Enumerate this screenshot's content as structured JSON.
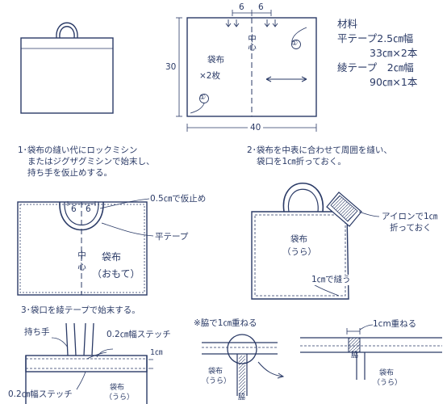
{
  "top": {
    "dim_6_left": "6",
    "dim_6_right": "6",
    "dim_30": "30",
    "dim_40": "40",
    "center_mark": "中心",
    "fabric_label": "袋布",
    "fabric_count": "×2枚",
    "marker_1a": "①",
    "marker_1b": "①"
  },
  "materials": {
    "title": "材料",
    "line1": "平テープ2.5㎝幅",
    "line2": "33㎝×2本",
    "line3": "綾テープ　2㎝幅",
    "line4": "90㎝×1本"
  },
  "step1": {
    "line1": "1･袋布の縫い代にロックミシン",
    "line2": "またはジグザグミシンで始末し、",
    "line3": "持ち手を仮止めする。",
    "dim_6_left": "6",
    "dim_6_right": "6",
    "tack_label": "0.5㎝で仮止め",
    "flat_tape_label": "平テープ",
    "center_mark": "中心",
    "fabric_label": "袋布",
    "fabric_side": "（おもて）"
  },
  "step2": {
    "line1": "2･袋布を中表に合わせて周囲を縫い、",
    "line2": "袋口を1㎝折っておく。",
    "iron_label_1": "アイロンで1㎝",
    "iron_label_2": "折っておく",
    "fabric_label": "袋布",
    "fabric_side": "（うら）",
    "sew_label": "1㎝で縫う"
  },
  "step3": {
    "title": "3･袋口を綾テープで始末する。",
    "handle_label": "持ち手",
    "stitch_top_label": "0.2㎝幅ステッチ",
    "one_cm_label": "1㎝",
    "stitch_bottom_label": "0.2㎝幅ステッチ",
    "fabric_label": "袋布",
    "fabric_side": "（うら）",
    "overlap_note": "※脇で1㎝重ねる",
    "fabric_label_2": "袋布",
    "fabric_side_2": "（うら）",
    "side_seam_label": "脇",
    "overlap_label": "1cm重ねる",
    "side_seam_label_2": "脇",
    "fabric_label_3": "袋布",
    "fabric_side_3": "（うら）"
  }
}
